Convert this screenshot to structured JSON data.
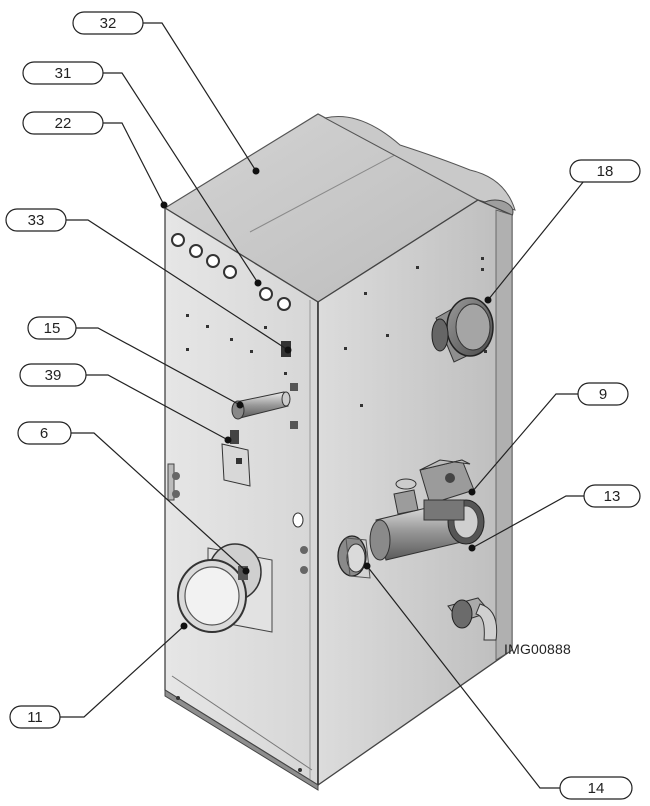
{
  "diagram": {
    "image_code": "IMG00888",
    "callouts": [
      {
        "id": "c32",
        "label": "32"
      },
      {
        "id": "c31",
        "label": "31"
      },
      {
        "id": "c22",
        "label": "22"
      },
      {
        "id": "c33",
        "label": "33"
      },
      {
        "id": "c15",
        "label": "15"
      },
      {
        "id": "c39",
        "label": "39"
      },
      {
        "id": "c6",
        "label": "6"
      },
      {
        "id": "c11",
        "label": "11"
      },
      {
        "id": "c18",
        "label": "18"
      },
      {
        "id": "c9",
        "label": "9"
      },
      {
        "id": "c13",
        "label": "13"
      },
      {
        "id": "c14",
        "label": "14"
      }
    ]
  }
}
